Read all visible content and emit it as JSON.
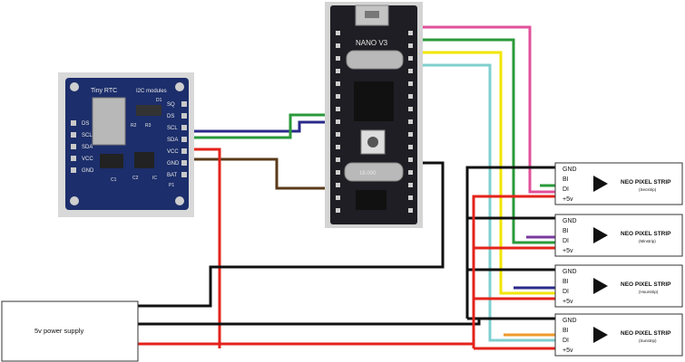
{
  "rtc_module": {
    "title": "Tiny RTC",
    "subtitle": "I2C modules",
    "left_pins": [
      "DS",
      "SCL",
      "SDA",
      "VCC",
      "GND"
    ],
    "right_pins": [
      "SQ",
      "DS",
      "SCL",
      "SDA",
      "VCC",
      "GND",
      "BAT"
    ],
    "labels": [
      "D1",
      "R2",
      "R3",
      "C1",
      "C2",
      "IC",
      "P1"
    ]
  },
  "nano": {
    "title": "NANO V3",
    "chips": [
      "16.000"
    ]
  },
  "power_supply": {
    "label": "5v power supply"
  },
  "strips": [
    {
      "pins": [
        "GND",
        "BI",
        "DI",
        "+5v"
      ],
      "title": "NEO PIXEL STRIP",
      "subtitle": "(Secstrip)",
      "data_color": "#e0529a"
    },
    {
      "pins": [
        "GND",
        "BI",
        "DI",
        "+5v"
      ],
      "title": "NEO PIXEL STRIP",
      "subtitle": "(Minstrip)",
      "data_color": "#2a9a3a"
    },
    {
      "pins": [
        "GND",
        "BI",
        "DI",
        "+5v"
      ],
      "title": "NEO PIXEL STRIP",
      "subtitle": "(Hourstrip)",
      "data_color": "#f2e600"
    },
    {
      "pins": [
        "GND",
        "BI",
        "DI",
        "+5v"
      ],
      "title": "NEO PIXEL STRIP",
      "subtitle": "(Sunstrip)",
      "data_color": "#7fcfcf"
    }
  ],
  "colors": {
    "wire_black": "#111111",
    "wire_red": "#e3231b",
    "wire_green": "#2a9a3a",
    "wire_navy": "#2a2a8a",
    "wire_brown": "#5a3b1a",
    "wire_pink": "#e0529a",
    "wire_yellow": "#f2e600",
    "wire_cyan": "#7fcfcf",
    "wire_purple": "#7a3aa0",
    "wire_orange": "#f09a2a",
    "pcb_blue": "#1c2e6b",
    "pcb_black": "#1e1e24"
  }
}
